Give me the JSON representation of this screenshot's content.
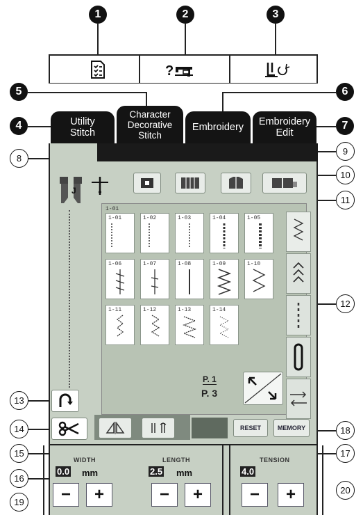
{
  "callouts": {
    "c1": "1",
    "c2": "2",
    "c3": "3",
    "c4": "4",
    "c5": "5",
    "c6": "6",
    "c7": "7",
    "c8": "8",
    "c9": "9",
    "c10": "10",
    "c11": "11",
    "c12": "12",
    "c13": "13",
    "c14": "14",
    "c15": "15",
    "c16": "16",
    "c17": "17",
    "c18": "18",
    "c19": "19",
    "c20": "20"
  },
  "top_icons": {
    "settings": "settings-icon",
    "help": "help-machine-icon",
    "needle": "needle-position-icon"
  },
  "tabs": {
    "utility": "Utility\nStitch",
    "character": "Character\nDecorative\nStitch",
    "embroidery": "Embroidery",
    "edit": "Embroidery\nEdit"
  },
  "stitch_grid": {
    "header": "1-01",
    "cells": [
      "1-01",
      "1-02",
      "1-03",
      "1-04",
      "1-05",
      "1-06",
      "1-07",
      "1-08",
      "1-09",
      "1-10",
      "1-11",
      "1-12",
      "1-13",
      "1-14"
    ]
  },
  "page": {
    "current": "P. 1",
    "total": "P. 3"
  },
  "buttons": {
    "reset": "RESET",
    "memory": "MEMORY"
  },
  "width": {
    "label": "WIDTH",
    "value": "0.0",
    "unit": "mm",
    "minus": "−",
    "plus": "+"
  },
  "length": {
    "label": "LENGTH",
    "value": "2.5",
    "unit": "mm",
    "minus": "−",
    "plus": "+"
  },
  "tension": {
    "label": "TENSION",
    "value": "4.0",
    "minus": "−",
    "plus": "+"
  }
}
